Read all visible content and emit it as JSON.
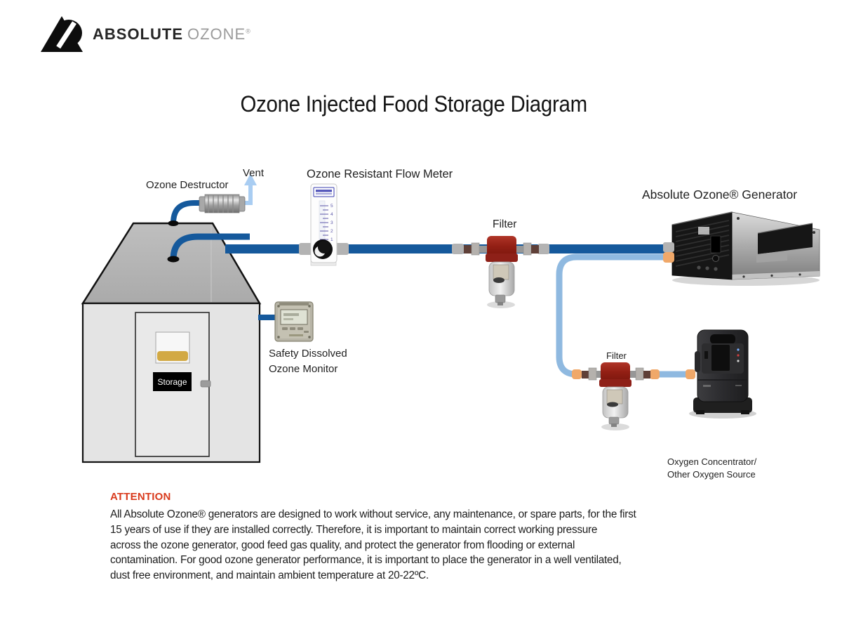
{
  "brand": {
    "name_bold": "ABSOLUTE",
    "name_light": "OZONE",
    "registered": "®"
  },
  "title": "Ozone Injected Food Storage Diagram",
  "labels": {
    "vent": "Vent",
    "ozone_destructor": "Ozone Destructor",
    "flow_meter": "Ozone Resistant Flow Meter",
    "filter_top": "Filter",
    "generator": "Absolute Ozone® Generator",
    "monitor_line1": "Safety Dissolved",
    "monitor_line2": "Ozone Monitor",
    "filter_bottom": "Filter",
    "oxygen_line1": "Oxygen Concentrator/",
    "oxygen_line2": "Other Oxygen Source",
    "storage_sign": "Storage"
  },
  "flow_meter_scale": [
    "5",
    "4",
    "3",
    "2",
    "1"
  ],
  "attention": {
    "heading": "ATTENTION",
    "lines": [
      "All Absolute Ozone® generators are designed to work without service, any maintenance, or spare parts, for the first",
      "15 years of use if they are installed correctly. Therefore, it is important to maintain correct working pressure",
      "across the ozone generator, good feed gas quality, and protect the generator from flooding or external",
      "contamination. For good ozone generator performance, it is important to place the generator in a well ventilated,",
      "dust free environment, and maintain ambient temperature at 20-22ºC."
    ]
  },
  "colors": {
    "ozone_pipe_dark_blue": "#15599C",
    "oxygen_pipe_light_blue": "#8FB9E0",
    "vent_arrow_blue": "#A9CDF2",
    "connector_gray": "#B3B3B3",
    "connector_orange": "#F0A869",
    "filter_cap_red": "#9E2418",
    "attention_red": "#D93A1C"
  }
}
